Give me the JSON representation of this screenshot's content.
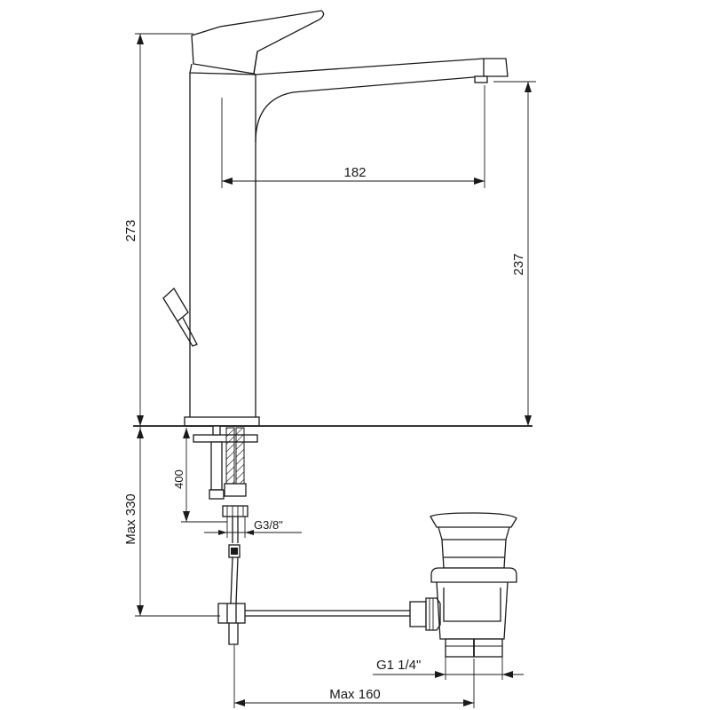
{
  "dimensions": {
    "spout_reach": "182",
    "spout_height": "237",
    "total_height": "273",
    "hose_length": "400",
    "max_under_counter": "Max 330",
    "hose_thread": "G3/8\"",
    "waste_thread": "G1 1/4\"",
    "max_drain_reach": "Max 160"
  }
}
